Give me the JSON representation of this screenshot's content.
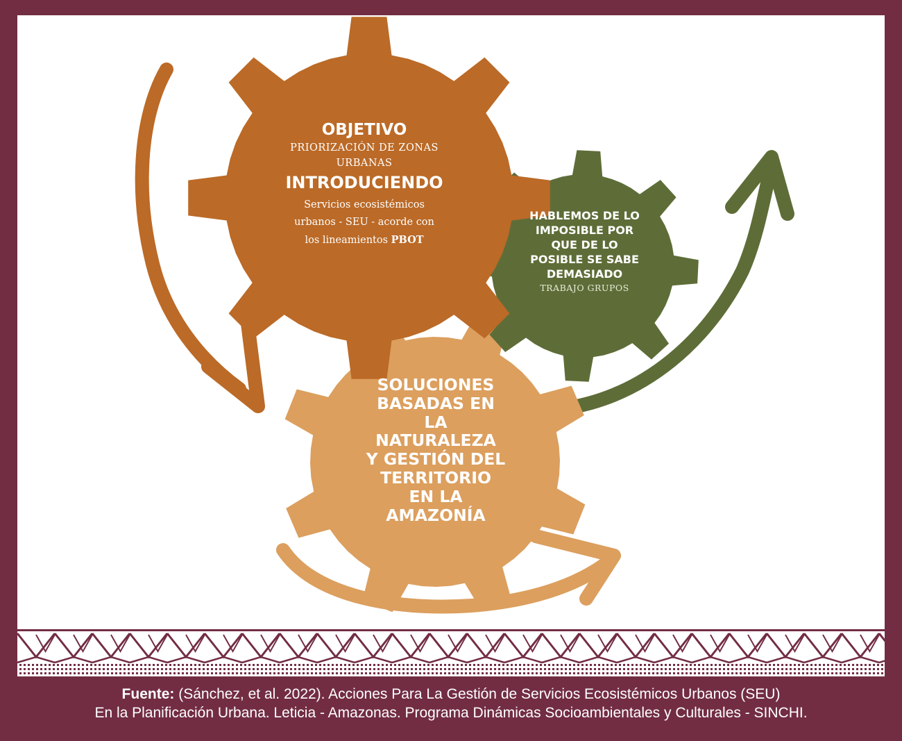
{
  "gears": {
    "objetivo": {
      "title": "OBJETIVO",
      "subtitle_line1": "PRIORIZACIÓN DE ZONAS",
      "subtitle_line2": "URBANAS",
      "heading2": "INTRODUCIENDO",
      "body_line1": "Servicios ecosistémicos",
      "body_line2": "urbanos - SEU - acorde con",
      "body_line3_prefix": "los lineamientos",
      "body_line3_bold": "PBOT",
      "color": "#bb6a27"
    },
    "hablemos": {
      "line1": "HABLEMOS DE  LO",
      "line2": "IMPOSIBLE POR",
      "line3": "QUE DE LO",
      "line4": "POSIBLE SE SABE",
      "line5": "DEMASIADO",
      "sub": "TRABAJO GRUPOS",
      "color": "#5e6d38"
    },
    "soluciones": {
      "line1": "SOLUCIONES",
      "line2": "BASADAS EN",
      "line3": "LA",
      "line4": "NATURALEZA",
      "line5": "Y GESTIÓN DEL",
      "line6": "TERRITORIO",
      "line7": "EN LA",
      "line8": "AMAZONÍA",
      "color": "#dc9f5e"
    }
  },
  "colors": {
    "frame": "#722d43",
    "panel": "#ffffff",
    "pattern": "#722d43"
  },
  "footer": {
    "bold_label": "Fuente:",
    "line1_rest": " (Sánchez, et al.  2022). Acciones Para La Gestión de Servicios Ecosistémicos Urbanos (SEU)",
    "line2": "En la Planificación Urbana. Leticia - Amazonas. Programa Dinámicas Socioambientales y Culturales - SINCHI."
  }
}
